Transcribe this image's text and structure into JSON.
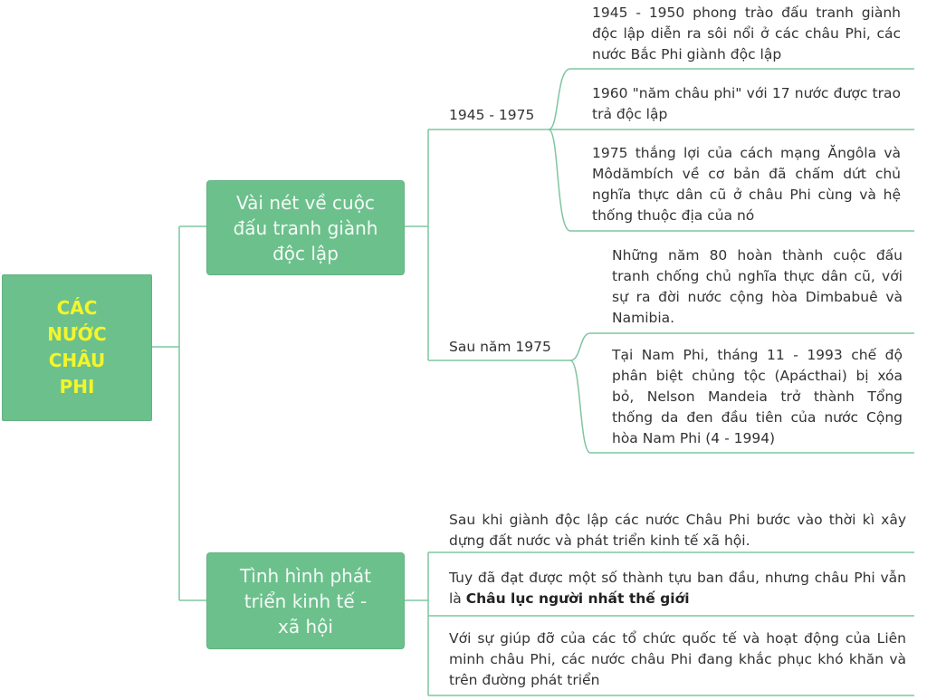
{
  "root": {
    "label": "CÁC NƯỚC CHÂU PHI"
  },
  "branches": [
    {
      "label": "Vài nét về cuộc đấu tranh giành độc lập",
      "periods": [
        {
          "label": "1945 - 1975",
          "items": [
            "1945 - 1950 phong trào đấu tranh giành độc lập diễn ra sôi nổi ở các châu Phi, các nước Bắc Phi giành độc lập",
            "1960 \"năm châu phi\" với 17 nước được trao trả độc lập",
            "1975 thắng lợi của cách mạng Ăngôla và Môdămbích về cơ bản đã chấm dứt chủ nghĩa thực dân cũ ở châu Phi cùng và hệ thống thuộc địa của nó"
          ]
        },
        {
          "label": "Sau năm 1975",
          "items": [
            "Những năm 80 hoàn thành cuộc đấu tranh chống chủ nghĩa thực dân cũ, với sự ra đời nước cộng hòa Dimbabuê và Namibia.",
            "Tại Nam Phi, tháng 11 - 1993 chế độ phân biệt chủng tộc (Apácthai) bị xóa bỏ, Nelson Mandeia trở thành Tổng thống da đen đầu tiên của nước Cộng hòa Nam Phi (4 - 1994)"
          ]
        }
      ]
    },
    {
      "label": "Tình hình phát triển kinh tế - xã hội",
      "items": [
        {
          "text": "Sau khi giành độc lập các nước Châu Phi bước vào thời kì xây dựng đất nước và phát triển kinh tế xã hội."
        },
        {
          "text": "Tuy đã đạt được một số thành tựu ban đầu, nhưng châu Phi vẫn là ",
          "bold": "Châu lục người nhất thế giới"
        },
        {
          "text": "Với sự giúp đỡ của các tổ chức quốc tế và hoạt động của Liên minh châu Phi, các nước châu Phi đang khắc phục khó khăn và trên đường phát triển"
        }
      ]
    }
  ],
  "colors": {
    "node": "#6cc08c",
    "root_text": "#f4f52b",
    "node_text": "#f4fbf6",
    "line": "#7fc5a0"
  }
}
